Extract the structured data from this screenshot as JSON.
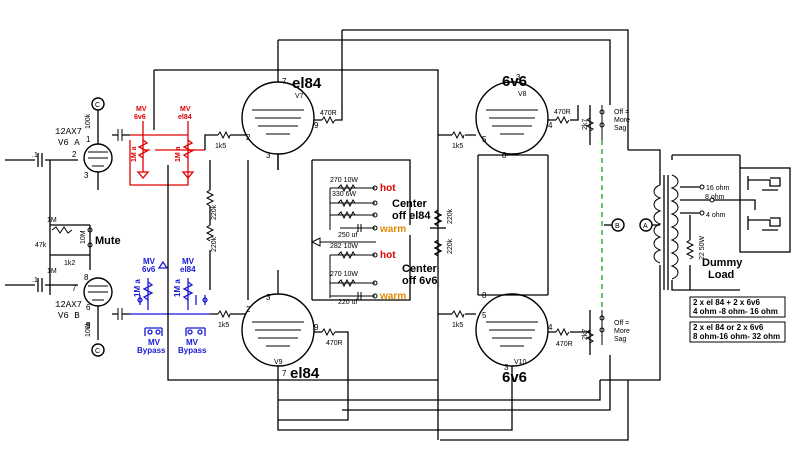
{
  "tubes": {
    "preamp_label": "12AX7",
    "v6a": "V6  A",
    "v6b": "V6  B",
    "v7_type": "el84",
    "v7_ref": "V7",
    "v8_type": "6v6",
    "v8_ref": "V8",
    "v9_type": "el84",
    "v9_ref": "V9",
    "v10_type": "6v6",
    "v10_ref": "V10"
  },
  "pins": {
    "p1": "1",
    "p2": "2",
    "p3": "3",
    "p4": "4",
    "p5": "5",
    "p6": "6",
    "p7": "7",
    "p8": "8",
    "p9": "9"
  },
  "components": {
    "c_in": ".1",
    "r100k": "100k",
    "r47k": "47k",
    "r1k2": "1k2",
    "r1m": "1M",
    "r10m": "10M",
    "r1k5": "1k5",
    "r470": "470R",
    "r220k": "220k",
    "r2k7": "2k7",
    "pot1m": "1M a",
    "r270_10w": "270 10W",
    "r330_6w": "330 6W",
    "r282_10w": "282 10W",
    "c250uf": "250 uf",
    "c220uf": "220 uf",
    "r22_50w": "22 50W",
    "node_c": "C",
    "node_b": "B",
    "node_a": "A"
  },
  "controls": {
    "mv_6v6": "MV\n6v6",
    "mv_label": "MV",
    "sub_6v6": "6v6",
    "sub_el84": "el84",
    "mv_bypass": "MV",
    "bypass": "Bypass",
    "mute": "Mute",
    "hot": "hot",
    "warm": "warm",
    "center_off": "Center",
    "off_el84": "off el84",
    "off_6v6": "off 6v6",
    "off_more_sag_1": "Off =",
    "off_more_sag_2": "More",
    "off_more_sag_3": "Sag"
  },
  "output": {
    "tap16": "16 ohm",
    "tap8": "8 ohm",
    "tap4": "4 ohm",
    "dummy1": "Dummy",
    "dummy2": "Load"
  },
  "notes": {
    "note1_line1": "2 x el 84 + 2 x 6v6",
    "note1_line2": "4 ohm  -8 ohm- 16 ohm",
    "note2_line1": "2 x el 84 or 2 x 6v6",
    "note2_line2": "8 ohm-16 ohm- 32 ohm"
  },
  "colors": {
    "wire": "#000000",
    "mv_6v6_el84_red": "#e00000",
    "mv_blue": "#1818d8",
    "warm_orange": "#e08a00",
    "sag_dashed_green": "#22aa22"
  }
}
